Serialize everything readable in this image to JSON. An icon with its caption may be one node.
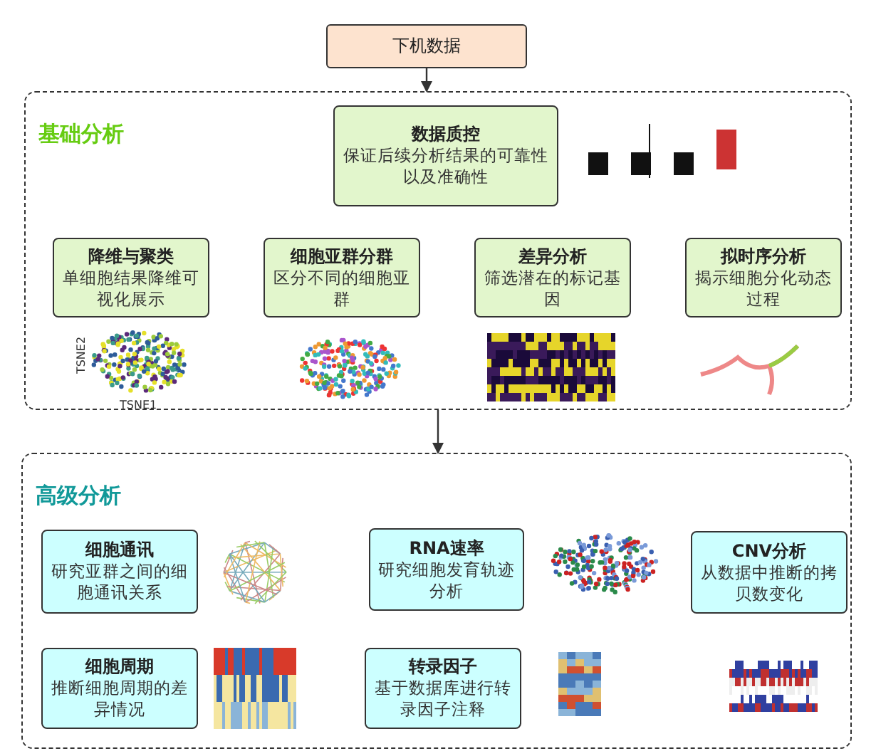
{
  "diagram": {
    "nodes": [
      {
        "text": [
          "下机数据"
        ]
      },
      {
        "text": [
          "基础分析"
        ]
      },
      {
        "text": [
          "数据质控",
          "保证后续分析结果的可靠性以及准确性"
        ],
        "in": 1
      },
      {
        "text": [
          "降维与聚类",
          "单细胞结果降维可视化展示"
        ],
        "in": 1
      },
      {
        "text": [
          "细胞亚群分群",
          "区分不同的细胞亚群"
        ],
        "in": 1
      },
      {
        "text": [
          "差异分析",
          "筛选潜在的标记基因"
        ],
        "in": 1
      },
      {
        "text": [
          "拟时序分析",
          "揭示细胞分化动态过程"
        ],
        "in": 1
      },
      {
        "text": [
          "高级分析"
        ]
      },
      {
        "text": [
          "细胞通讯",
          "研究亚群之间的细胞通讯关系"
        ],
        "in": 7
      },
      {
        "text": [
          "RNA速率",
          "研究细胞发育轨迹分析"
        ],
        "in": 7
      },
      {
        "text": [
          "CNV分析",
          "从数据中推断的拷贝数变化"
        ],
        "in": 7
      },
      {
        "text": [
          "细胞周期",
          "推断细胞周期的差异情况"
        ],
        "in": 7
      },
      {
        "text": [
          "转录因子",
          "基于数据库进行转录因子注释"
        ],
        "in": 7
      }
    ],
    "edges": [
      {
        "from": 0,
        "to": 1,
        "arrow": "to"
      },
      {
        "from": 1,
        "to": 7,
        "arrow": "to"
      }
    ],
    "labels": [
      "TSNE2",
      "TSNE1"
    ]
  }
}
